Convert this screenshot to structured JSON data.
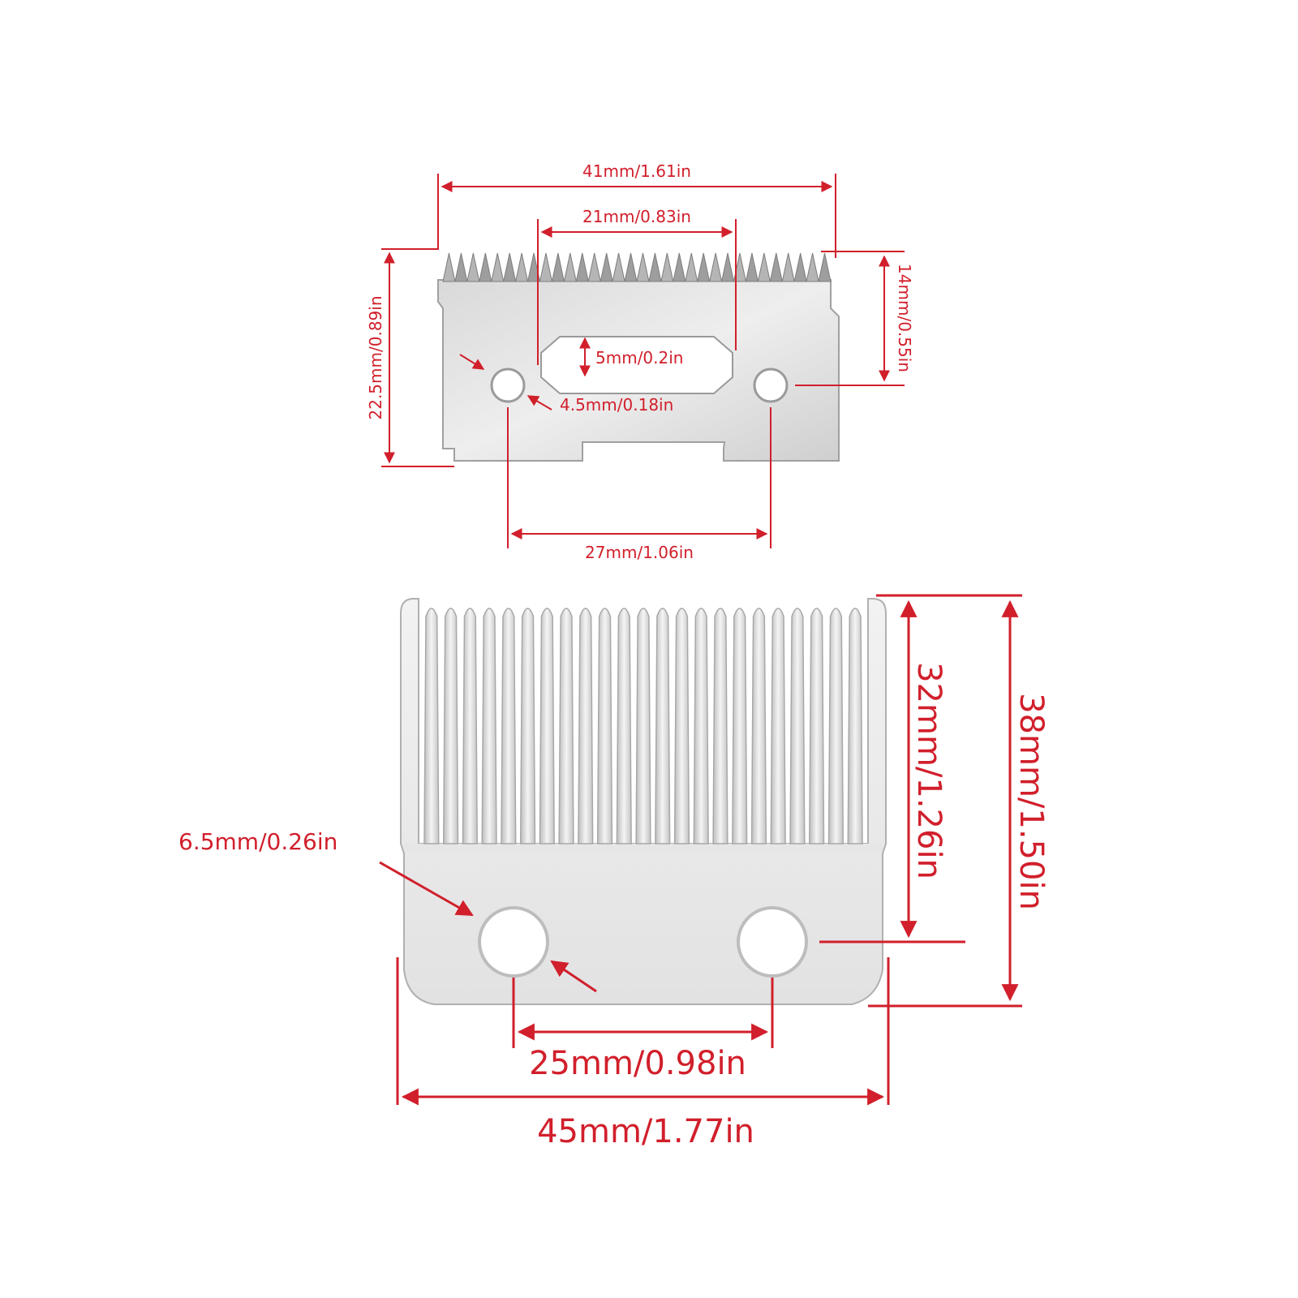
{
  "diagram": {
    "top_blade": {
      "overall_width": "41mm/1.61in",
      "slot_width": "21mm/0.83in",
      "slot_height": "5mm/0.2in",
      "hole_diameter": "4.5mm/0.18in",
      "overall_height": "22.5mm/0.89in",
      "tooth_to_hole_height": "14mm/0.55in",
      "hole_spacing": "27mm/1.06in"
    },
    "bottom_blade": {
      "hole_diameter": "6.5mm/0.26in",
      "tooth_to_hole_height": "32mm/1.26in",
      "overall_height": "38mm/1.50in",
      "hole_spacing": "25mm/0.98in",
      "overall_width": "45mm/1.77in"
    },
    "colors": {
      "dimension": "#d11f2b",
      "metal_light": "#e9e9e9",
      "metal_mid": "#cfcfcf",
      "metal_dark": "#a9a9a9"
    }
  }
}
